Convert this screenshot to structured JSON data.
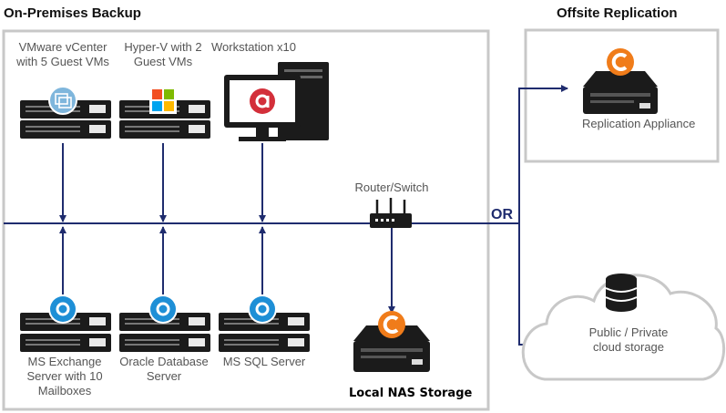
{
  "sections": {
    "onprem_title": "On-Premises Backup",
    "offsite_title": "Offsite Replication"
  },
  "sources": [
    {
      "label": "VMware vCenter with 5 Guest VMs",
      "icon": "vmware-icon"
    },
    {
      "label": "Hyper-V with 2 Guest VMs",
      "icon": "windows-icon"
    },
    {
      "label": "Workstation x10",
      "icon": "workstation-icon"
    }
  ],
  "protected_servers": [
    {
      "label": "MS Exchange Server with 10 Mailboxes"
    },
    {
      "label": "Oracle Database Server"
    },
    {
      "label": "MS SQL Server"
    }
  ],
  "router": {
    "label": "Router/Switch"
  },
  "nas": {
    "label": "Local NAS Storage"
  },
  "or_label": "OR",
  "replication": {
    "label": "Replication Appliance"
  },
  "cloud": {
    "label": "Public / Private cloud storage"
  },
  "colors": {
    "line": "#1f2c6e",
    "box_border": "#c8c8c8",
    "accent_orange": "#f07c1a",
    "agent_blue": "#1e8fd6",
    "server_dark": "#1b1b1b"
  }
}
